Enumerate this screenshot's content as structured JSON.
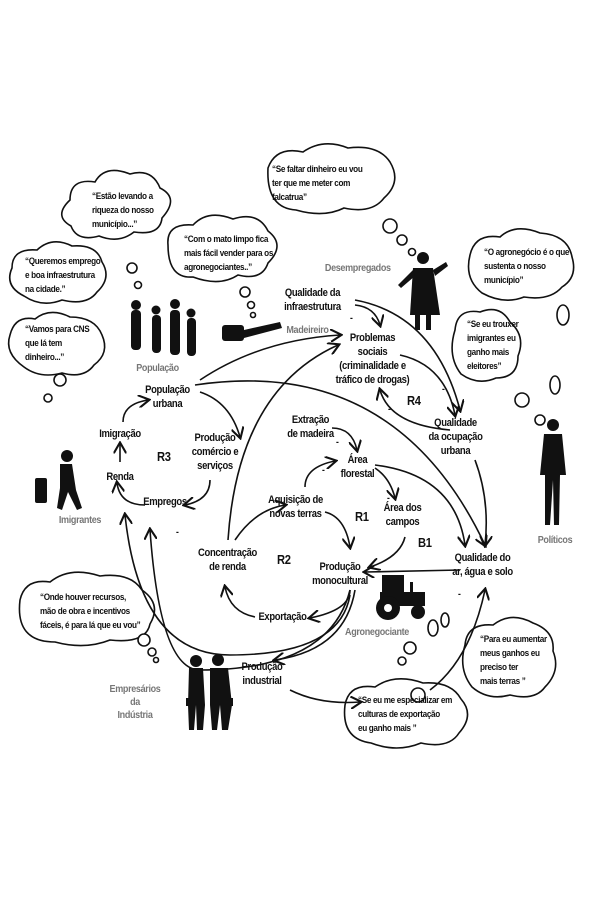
{
  "quotes": {
    "riqueza": "“Estão levando a\nriqueza do nosso\nmunicípio...”",
    "mato": "“Com o mato limpo fica\nmais fácil vender para os\nagronegociantes..”",
    "emprego": "“Queremos emprego\ne boa infraestrutura\nna cidade.”",
    "cns": "“Vamos para CNS\nque lá tem\ndinheiro...”",
    "falcatrua": "“Se faltar dinheiro eu vou\nter que me meter com\nfalcatrua”",
    "agronegocio": "“O agronegócio é o que\nsustenta o nosso\nmunicípio”",
    "imigrantes": "“Se eu trouxer\nimigrantes eu\nganho mais\neleitores”",
    "recursos": "“Onde houver recursos,\nmão de obra e incentivos\nfáceis, é para lá que eu vou”",
    "terras": "“Para eu aumentar\nmeus ganhos eu\npreciso ter\nmais terras ”",
    "especializar": "“Se eu me especializar em\nculturas de exportação\neu ganho mais ”"
  },
  "actors": {
    "desempregados": "Desempregados",
    "madeireiro": "Madeireiro",
    "populacao": "População",
    "imigrantes": "Imigrantes",
    "politicos": "Políticos",
    "agronegociante": "Agronegociante",
    "empresarios": "Empresários da\nIndústria"
  },
  "nodes": {
    "infraestrutura": "Qualidade da\ninfraestrutura",
    "problemas": "Problemas\nsociais\n(criminalidade e\ntráfico de drogas)",
    "ocupacao": "Qualidade\nda ocupação\nurbana",
    "pop_urbana": "População\nurbana",
    "imigracao": "Imigração",
    "renda": "Renda",
    "empregos": "Empregos",
    "comercio": "Produção\ncomércio e\nserviços",
    "extracao": "Extração\nde madeira",
    "florestal": "Área\nflorestal",
    "aquisicao": "Aquisição de\nnovas terras",
    "campos": "Área dos\ncampos",
    "concentracao": "Concentração\nde renda",
    "monocultural": "Produção\nmonocultural",
    "exportacao": "Exportação",
    "qualidade_ar": "Qualidade do\nar, água e solo",
    "industrial": "Produção\nindustrial"
  },
  "loops": {
    "r1": "R1",
    "r2": "R2",
    "r3": "R3",
    "r4": "R4",
    "b1": "B1"
  },
  "polarity_negative": "-"
}
